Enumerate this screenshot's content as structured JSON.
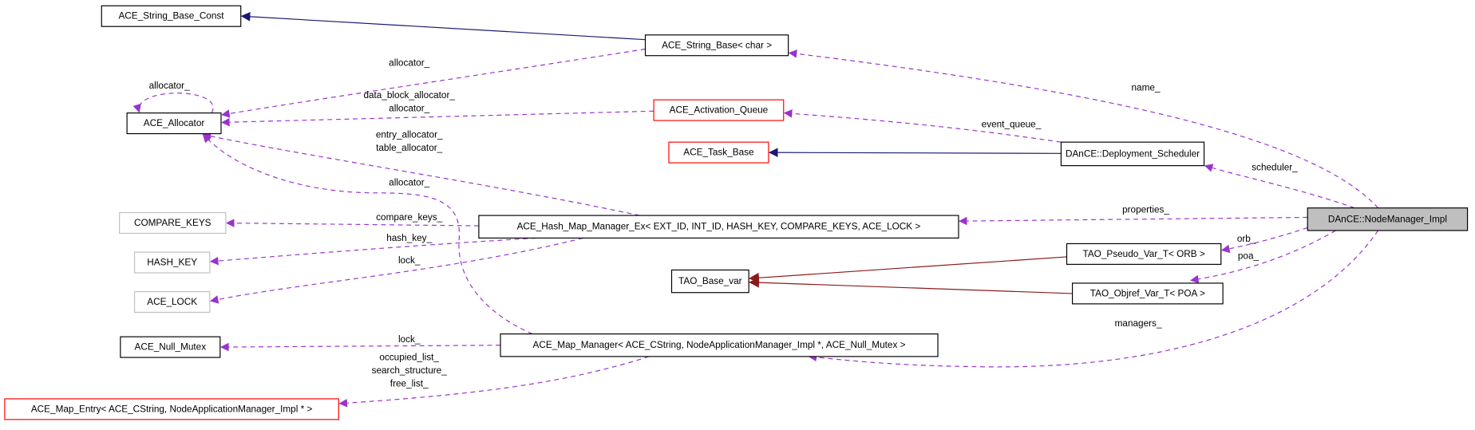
{
  "colors": {
    "usage_edge": "#9a32cd",
    "inheritance_edge": "#191970",
    "template_edge": "#8b1a1a",
    "border_documented": "#000000",
    "border_undocumented_red": "#ff0000",
    "border_external": "#bfbfbf",
    "focus_fill": "#bfbfbf"
  },
  "nodes": [
    {
      "id": "string_base_const",
      "label": "ACE_String_Base_Const",
      "border": "black"
    },
    {
      "id": "string_base",
      "label": "ACE_String_Base< char >",
      "border": "black"
    },
    {
      "id": "allocator",
      "label": "ACE_Allocator",
      "border": "black"
    },
    {
      "id": "activation_queue",
      "label": "ACE_Activation_Queue",
      "border": "red"
    },
    {
      "id": "task_base",
      "label": "ACE_Task_Base",
      "border": "red"
    },
    {
      "id": "deployment_scheduler",
      "label": "DAnCE::Deployment_Scheduler",
      "border": "black"
    },
    {
      "id": "compare_keys",
      "label": "COMPARE_KEYS",
      "border": "gray"
    },
    {
      "id": "hash_map",
      "label": "ACE_Hash_Map_Manager_Ex< EXT_ID, INT_ID, HASH_KEY, COMPARE_KEYS, ACE_LOCK >",
      "border": "black"
    },
    {
      "id": "node_manager",
      "label": "DAnCE::NodeManager_Impl",
      "border": "black",
      "focus": true
    },
    {
      "id": "hash_key",
      "label": "HASH_KEY",
      "border": "gray"
    },
    {
      "id": "pseudo_var",
      "label": "TAO_Pseudo_Var_T< ORB >",
      "border": "black"
    },
    {
      "id": "base_var",
      "label": "TAO_Base_var",
      "border": "black"
    },
    {
      "id": "objref_var",
      "label": "TAO_Objref_Var_T< POA >",
      "border": "black"
    },
    {
      "id": "ace_lock",
      "label": "ACE_LOCK",
      "border": "gray"
    },
    {
      "id": "null_mutex",
      "label": "ACE_Null_Mutex",
      "border": "black"
    },
    {
      "id": "map_manager",
      "label": "ACE_Map_Manager< ACE_CString, NodeApplicationManager_Impl *, ACE_Null_Mutex >",
      "border": "black"
    },
    {
      "id": "map_entry",
      "label": "ACE_Map_Entry< ACE_CString, NodeApplicationManager_Impl * >",
      "border": "red"
    }
  ],
  "edges": [
    {
      "from": "string_base",
      "to": "string_base_const",
      "kind": "inheritance",
      "labels": []
    },
    {
      "from": "string_base",
      "to": "allocator",
      "kind": "usage",
      "labels": [
        "allocator_"
      ]
    },
    {
      "from": "allocator",
      "to": "allocator",
      "kind": "usage",
      "labels": [
        "allocator_"
      ]
    },
    {
      "from": "activation_queue",
      "to": "allocator",
      "kind": "usage",
      "labels": [
        "data_block_allocator_",
        "allocator_"
      ]
    },
    {
      "from": "hash_map",
      "to": "allocator",
      "kind": "usage",
      "labels": [
        "entry_allocator_",
        "table_allocator_"
      ]
    },
    {
      "from": "map_manager",
      "to": "allocator",
      "kind": "usage",
      "labels": [
        "allocator_"
      ]
    },
    {
      "from": "deployment_scheduler",
      "to": "activation_queue",
      "kind": "usage",
      "labels": [
        "event_queue_"
      ]
    },
    {
      "from": "deployment_scheduler",
      "to": "task_base",
      "kind": "inheritance",
      "labels": []
    },
    {
      "from": "node_manager",
      "to": "string_base",
      "kind": "usage",
      "labels": [
        "name_"
      ]
    },
    {
      "from": "node_manager",
      "to": "deployment_scheduler",
      "kind": "usage",
      "labels": [
        "scheduler_"
      ]
    },
    {
      "from": "node_manager",
      "to": "hash_map",
      "kind": "usage",
      "labels": [
        "properties_"
      ]
    },
    {
      "from": "hash_map",
      "to": "compare_keys",
      "kind": "usage",
      "labels": [
        "compare_keys_"
      ]
    },
    {
      "from": "hash_map",
      "to": "hash_key",
      "kind": "usage",
      "labels": [
        "hash_key_"
      ]
    },
    {
      "from": "hash_map",
      "to": "ace_lock",
      "kind": "usage",
      "labels": [
        "lock_"
      ]
    },
    {
      "from": "node_manager",
      "to": "pseudo_var",
      "kind": "usage",
      "labels": [
        "orb_"
      ]
    },
    {
      "from": "node_manager",
      "to": "objref_var",
      "kind": "usage",
      "labels": [
        "poa_"
      ]
    },
    {
      "from": "pseudo_var",
      "to": "base_var",
      "kind": "template",
      "labels": []
    },
    {
      "from": "objref_var",
      "to": "base_var",
      "kind": "template",
      "labels": []
    },
    {
      "from": "node_manager",
      "to": "map_manager",
      "kind": "usage",
      "labels": [
        "managers_"
      ]
    },
    {
      "from": "map_manager",
      "to": "null_mutex",
      "kind": "usage",
      "labels": [
        "lock_"
      ]
    },
    {
      "from": "map_manager",
      "to": "map_entry",
      "kind": "usage",
      "labels": [
        "occupied_list_",
        "search_structure_",
        "free_list_"
      ]
    }
  ]
}
